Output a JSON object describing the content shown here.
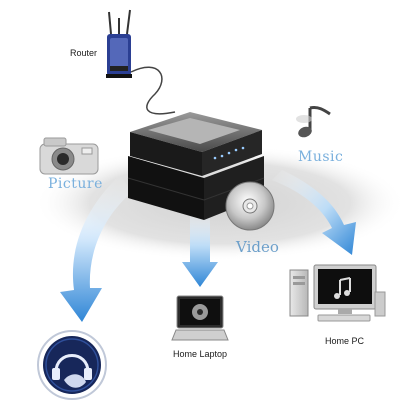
{
  "labels": {
    "router": "Router",
    "picture": "Picture",
    "music": "Music",
    "video": "Video",
    "home_laptop": "Home Laptop",
    "home_pc": "Home PC"
  },
  "colors": {
    "arrow_blue": "#2f86d6",
    "arrow_light": "#eaf5ff",
    "ellipse_gray": "#dcdcdc",
    "label_blue": "#7ab0dd",
    "device_black": "#141414"
  },
  "icons": {
    "router": "router-icon",
    "camera": "camera-icon",
    "music": "music-note-icon",
    "disc": "dvd-disc-icon",
    "laptop": "laptop-icon",
    "pc": "desktop-pc-icon",
    "storage": "headphones-badge-icon",
    "hub": "media-hub-icon"
  }
}
